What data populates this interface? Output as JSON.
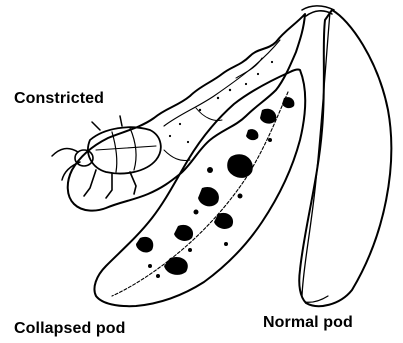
{
  "labels": {
    "constricted": "Constricted",
    "collapsed_pod": "Collapsed pod",
    "normal_pod": "Normal pod"
  },
  "colors": {
    "ink": "#000000",
    "background": "#ffffff"
  }
}
